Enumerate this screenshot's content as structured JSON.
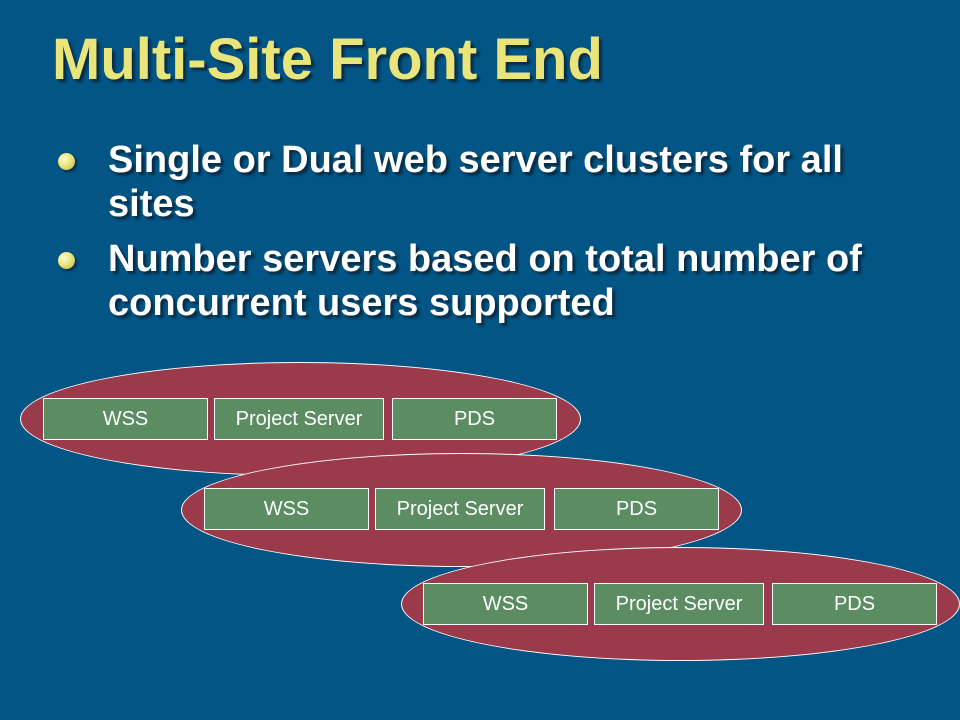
{
  "title": "Multi-Site Front End",
  "bullets": [
    {
      "text": "Single or Dual web server clusters for all sites"
    },
    {
      "text": "Number servers based on total number of concurrent users supported"
    }
  ],
  "clusters": [
    {
      "boxes": [
        "WSS",
        "Project Server",
        "PDS"
      ]
    },
    {
      "boxes": [
        "WSS",
        "Project Server",
        "PDS"
      ]
    },
    {
      "boxes": [
        "WSS",
        "Project Server",
        "PDS"
      ]
    }
  ],
  "colors": {
    "background": "#025584",
    "title": "#EAE57B",
    "cluster_fill": "#9B3A4A",
    "box_fill": "#5B8C62"
  }
}
